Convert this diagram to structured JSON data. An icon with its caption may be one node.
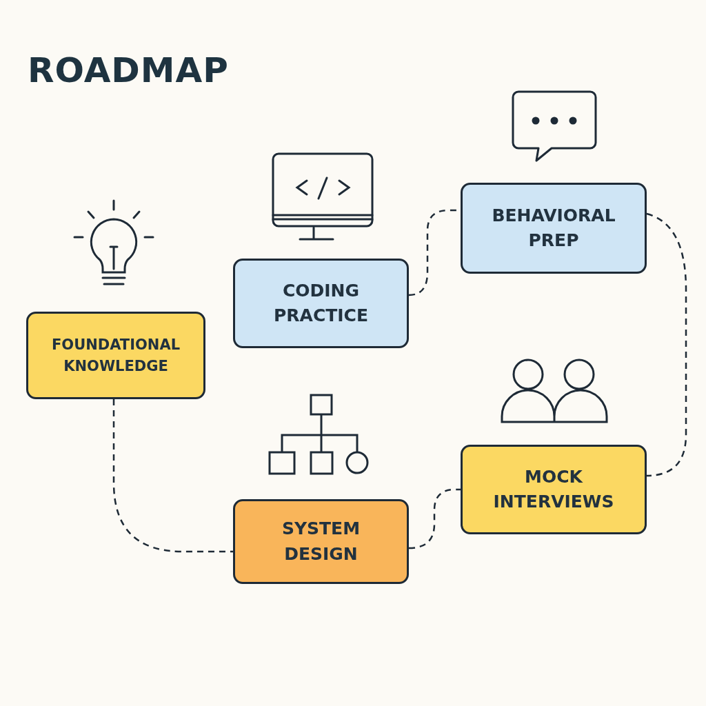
{
  "diagram": {
    "title": "ROADMAP",
    "nodes": [
      {
        "text": [
          "BEHAVIORAL PREP"
        ]
      },
      {
        "text": [
          "CODING PRACTICE"
        ]
      },
      {
        "text": [
          "FOUNDATIONAL KNOWLEDGE"
        ]
      },
      {
        "text": [
          "MOCK INTERVIEWS"
        ]
      },
      {
        "text": [
          "SYSTEM DESIGN"
        ]
      }
    ],
    "edges": [
      {
        "from": 2,
        "to": 4,
        "arrow": "none",
        "style": "dashed"
      },
      {
        "from": 1,
        "to": 0,
        "arrow": "none",
        "style": "dashed"
      },
      {
        "from": 0,
        "to": 3,
        "arrow": "none",
        "style": "dashed"
      },
      {
        "from": 4,
        "to": 3,
        "arrow": "none",
        "style": "dashed"
      }
    ]
  }
}
